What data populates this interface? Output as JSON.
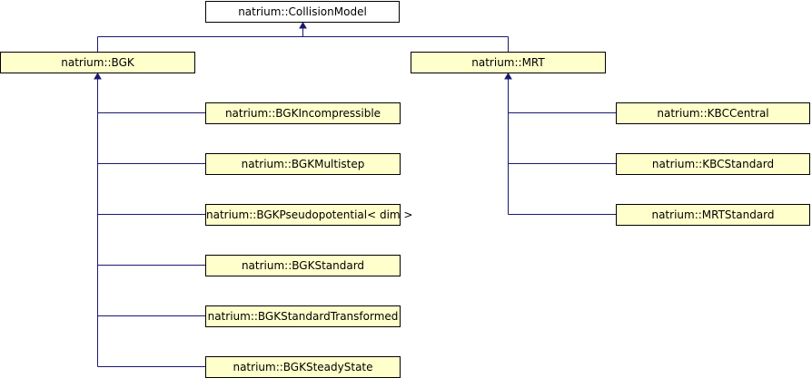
{
  "diagram": {
    "root": {
      "label": "natrium::CollisionModel"
    },
    "bgk": {
      "label": "natrium::BGK",
      "children": [
        "natrium::BGKIncompressible",
        "natrium::BGKMultistep",
        "natrium::BGKPseudopotential< dim >",
        "natrium::BGKStandard",
        "natrium::BGKStandardTransformed",
        "natrium::BGKSteadyState"
      ]
    },
    "mrt": {
      "label": "natrium::MRT",
      "children": [
        "natrium::KBCCentral",
        "natrium::KBCStandard",
        "natrium::MRTStandard"
      ]
    },
    "colors": {
      "edge": "#191970",
      "node_fill_derived": "#ffffcc",
      "node_fill_root": "#ffffff",
      "node_border": "#000000"
    }
  }
}
